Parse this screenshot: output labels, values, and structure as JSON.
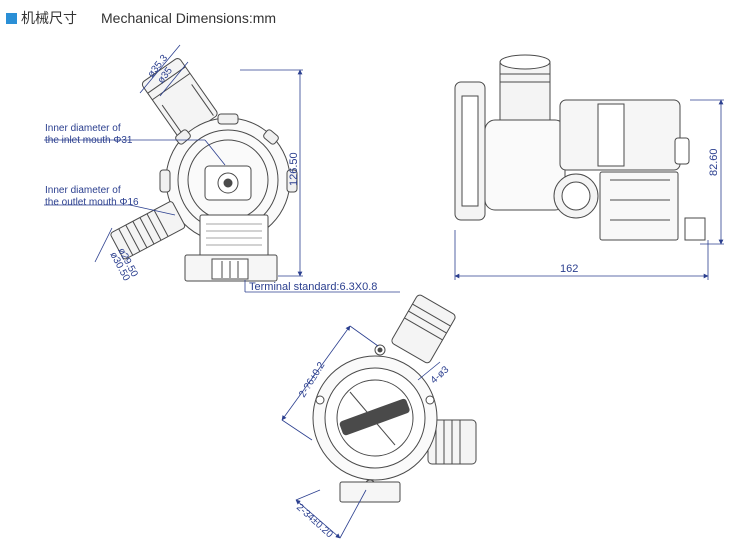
{
  "header": {
    "title_cn": "机械尺寸",
    "title_en": "Mechanical Dimensions:mm"
  },
  "colors": {
    "accent": "#2a8fd6",
    "line": "#4a4a4a",
    "dim_line": "#2b3f8f",
    "label": "#2b3f8f"
  },
  "view1": {
    "inlet_label_line1": "Inner diameter of",
    "inlet_label_line2": "the inlet mouth Φ31",
    "outlet_label_line1": "Inner diameter of",
    "outlet_label_line2": "the outlet mouth Φ16",
    "dim_inlet_outer": "ø35.3",
    "dim_inlet_inner": "ø35",
    "dim_height": "126.50",
    "dim_outlet_outer": "ø29.50",
    "dim_outlet_inner": "ø30.50",
    "terminal_label": "Terminal standard:6.3X0.8"
  },
  "view2": {
    "dim_width": "162",
    "dim_height": "82.60"
  },
  "view3": {
    "dim_holes_top": "2-?6±0.2",
    "dim_small_hole": "4-ø3",
    "dim_holes_bottom": "2-34±0.20"
  }
}
